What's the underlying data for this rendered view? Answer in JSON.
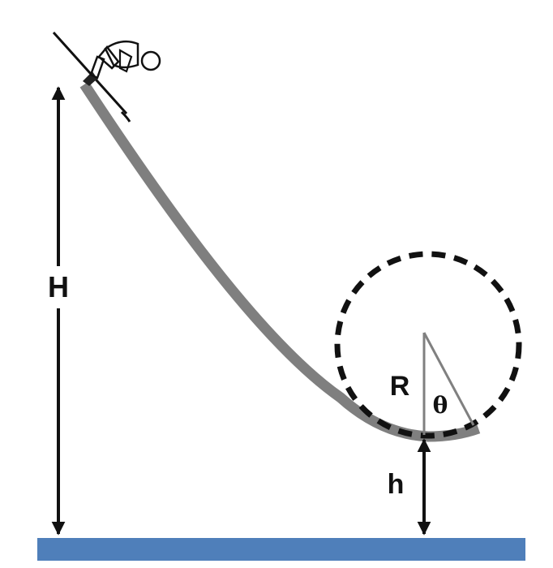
{
  "labels": {
    "total_height": "H",
    "low_point_height": "h",
    "radius": "R",
    "angle": "θ"
  },
  "colors": {
    "ground": "#4f7fba",
    "track": "#7f7f7f",
    "circle": "#111111",
    "arrows": "#111111",
    "radius_lines": "#808080"
  },
  "icons": {
    "skier": "skier-icon"
  }
}
